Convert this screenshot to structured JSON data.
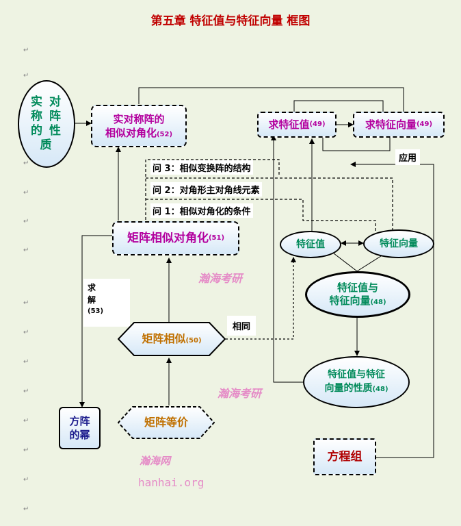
{
  "title": "第五章   特征值与特征向量     框图",
  "para_mark": "↵",
  "nodes": {
    "shiduichen_xingzhi": "实 对 称 阵 的 性 质",
    "shiduichen_xiangsi": {
      "line1": "实对称阵的",
      "line2": "相似对角化",
      "num": "(52)"
    },
    "qiu_tezhengzhi": {
      "text": "求特征值",
      "num": "(49)"
    },
    "qiu_tezhengxiangliang": {
      "text": "求特征向量",
      "num": "(49)"
    },
    "yingyong": "应用",
    "wen3": "问 3：相似变换阵的结构",
    "wen2": "问 2：对角形主对角线元素",
    "wen1": "问 1：相似对角化的条件",
    "juzhen_xiangsi_duijiao": {
      "text": "矩阵相似对角化",
      "num": "(51)"
    },
    "tezhengzhi": "特征值",
    "tezhengxiangliang": "特征向量",
    "tezheng_center": {
      "line1": "特征值与",
      "line2": "特征向量",
      "num": "(48)"
    },
    "qiujie": {
      "line1": "求",
      "line2": "解",
      "num": "(53)"
    },
    "xiangtong": "相同",
    "juzhen_xiangsi": {
      "text": "矩阵相似",
      "num": "(50)"
    },
    "xingzhi": {
      "line1": "特征值与特征",
      "line2": "向量的性质",
      "num": "(48)"
    },
    "fangzhen_mi": {
      "line1": "方阵",
      "line2": "的幂"
    },
    "juzhen_dengjia": "矩阵等价",
    "fangchengzu": "方程组"
  },
  "watermarks": {
    "w1": "瀚海考研",
    "w2": "瀚海考研",
    "w3": "瀚海网",
    "w4": "hanhai.org"
  },
  "colors": {
    "magenta": "#b3009e",
    "green": "#008a5a",
    "darkred": "#b00000",
    "navy": "#1a1a8c",
    "orange": "#c07000",
    "watermark": "#e58cc7"
  }
}
